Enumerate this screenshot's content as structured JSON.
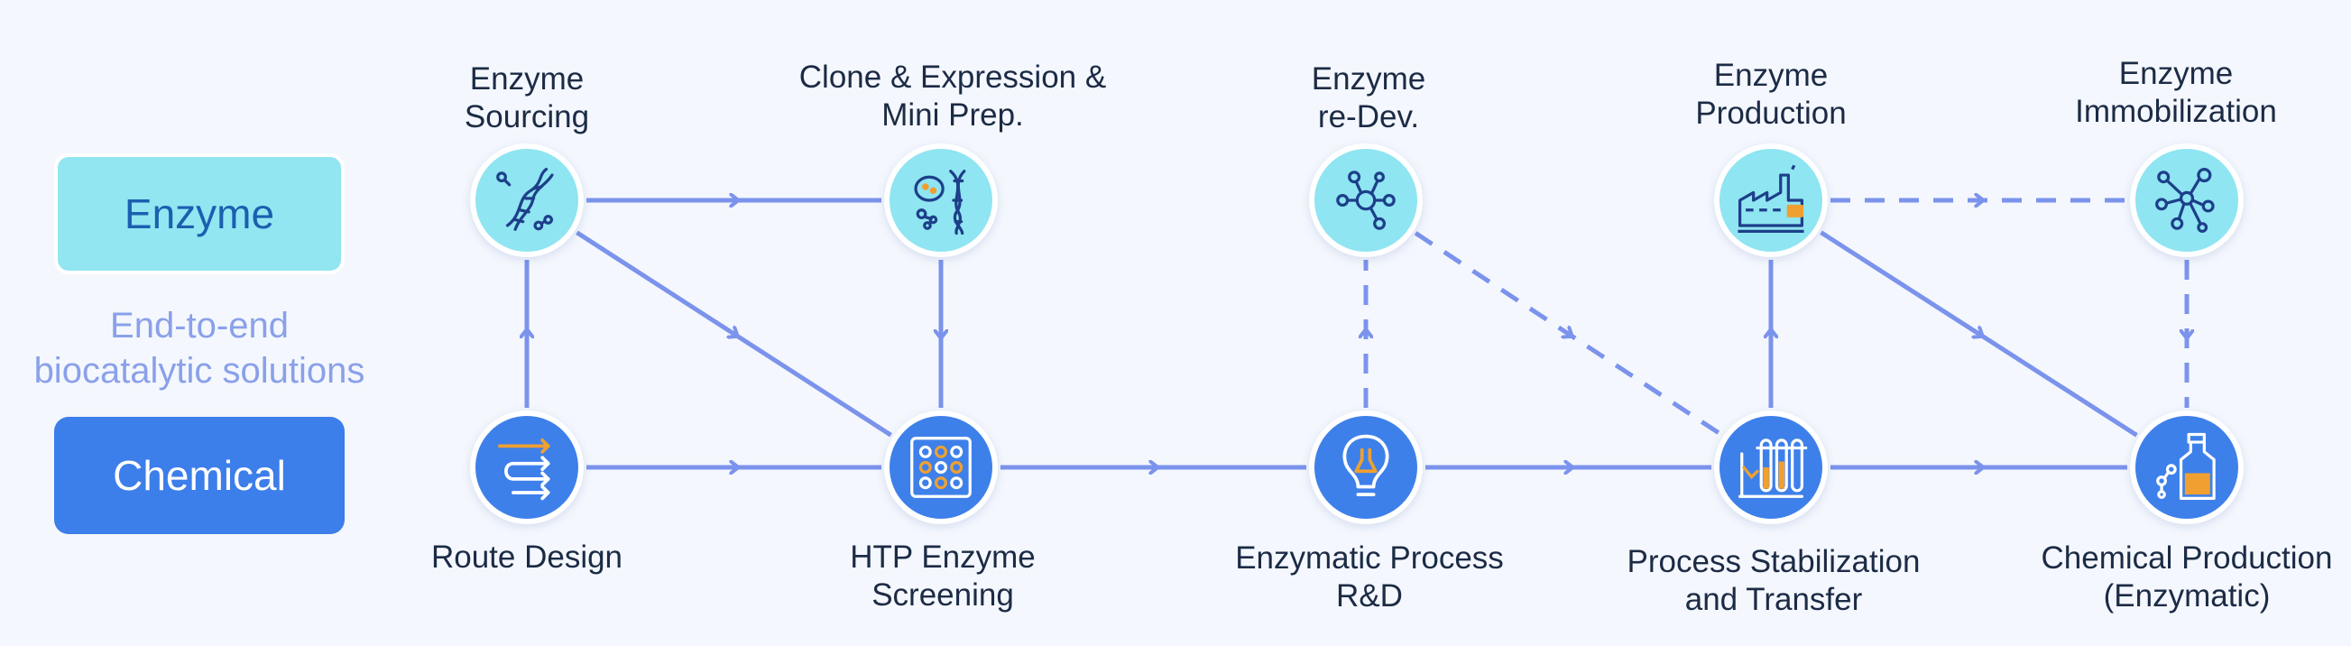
{
  "legend": {
    "enzyme_label": "Enzyme",
    "tagline_line1": "End-to-end",
    "tagline_line2": "biocatalytic solutions",
    "chemical_label": "Chemical"
  },
  "nodes": {
    "enzyme_sourcing": {
      "line1": "Enzyme",
      "line2": "Sourcing",
      "icon": "dna-helix-icon",
      "category": "Enzyme"
    },
    "clone_expression": {
      "line1": "Clone & Expression &",
      "line2": "Mini Prep.",
      "icon": "cell-dna-icon",
      "category": "Enzyme"
    },
    "enzyme_redev": {
      "line1": "Enzyme",
      "line2": "re-Dev.",
      "icon": "molecule-icon",
      "category": "Enzyme"
    },
    "enzyme_production": {
      "line1": "Enzyme",
      "line2": "Production",
      "icon": "factory-icon",
      "category": "Enzyme"
    },
    "enzyme_immobilization": {
      "line1": "Enzyme",
      "line2": "Immobilization",
      "icon": "molecular-network-icon",
      "category": "Enzyme"
    },
    "route_design": {
      "line1": "Route Design",
      "line2": "",
      "icon": "route-arrows-icon",
      "category": "Chemical"
    },
    "htp_screening": {
      "line1": "HTP Enzyme",
      "line2": "Screening",
      "icon": "well-plate-icon",
      "category": "Chemical"
    },
    "enzymatic_process": {
      "line1": "Enzymatic Process",
      "line2": "R&D",
      "icon": "lightbulb-flask-icon",
      "category": "Chemical"
    },
    "process_stabilization": {
      "line1": "Process Stabilization",
      "line2": "and Transfer",
      "icon": "test-tubes-icon",
      "category": "Chemical"
    },
    "chemical_production": {
      "line1": "Chemical Production",
      "line2": "(Enzymatic)",
      "icon": "reagent-bottle-icon",
      "category": "Chemical"
    }
  },
  "connections": [
    {
      "from": "route_design",
      "to": "enzyme_sourcing",
      "style": "solid"
    },
    {
      "from": "route_design",
      "to": "htp_screening",
      "style": "solid"
    },
    {
      "from": "enzyme_sourcing",
      "to": "clone_expression",
      "style": "solid"
    },
    {
      "from": "enzyme_sourcing",
      "to": "htp_screening",
      "style": "solid"
    },
    {
      "from": "clone_expression",
      "to": "htp_screening",
      "style": "solid"
    },
    {
      "from": "htp_screening",
      "to": "enzymatic_process",
      "style": "solid"
    },
    {
      "from": "enzymatic_process",
      "to": "enzyme_redev",
      "style": "dashed"
    },
    {
      "from": "enzyme_redev",
      "to": "process_stabilization",
      "style": "dashed"
    },
    {
      "from": "enzymatic_process",
      "to": "process_stabilization",
      "style": "solid"
    },
    {
      "from": "process_stabilization",
      "to": "enzyme_production",
      "style": "solid"
    },
    {
      "from": "process_stabilization",
      "to": "chemical_production",
      "style": "solid"
    },
    {
      "from": "enzyme_production",
      "to": "enzyme_immobilization",
      "style": "dashed"
    },
    {
      "from": "enzyme_production",
      "to": "chemical_production",
      "style": "solid"
    },
    {
      "from": "enzyme_immobilization",
      "to": "chemical_production",
      "style": "dashed"
    }
  ],
  "colors": {
    "connector": "#7b93ec",
    "enzyme_fill": "#8fe5f1",
    "chemical_fill": "#3e80ea",
    "icon_dark": "#1d3f8a",
    "accent_orange": "#f0a030",
    "tagline": "#8aa0ea"
  }
}
